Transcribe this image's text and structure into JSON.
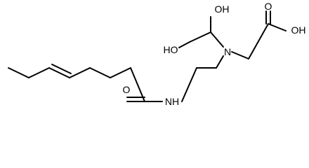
{
  "structure": {
    "type": "skeletal-formula",
    "atoms": {
      "oh_top": "OH",
      "oh_left": "HO",
      "oh_acid": "OH",
      "n": "N",
      "o_carbonyl": "O",
      "o_acid": "O",
      "nh": "NH"
    },
    "colors": {
      "bond": "#000000",
      "text": "#000000",
      "background": "#ffffff"
    }
  }
}
